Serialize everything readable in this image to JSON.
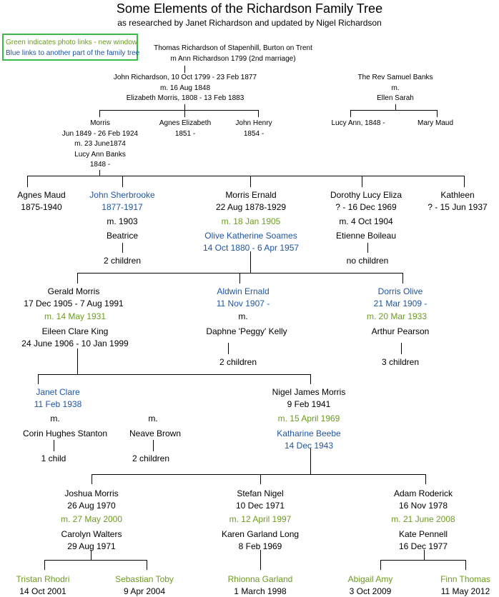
{
  "header": {
    "title": "Some Elements of the Richardson Family Tree",
    "subtitle": "as researched by Janet Richardson and updated by Nigel Richardson"
  },
  "legend": {
    "green_text": "Green indicates photo links - new window",
    "blue_text": "Blue links to another part of the family tree"
  },
  "colors": {
    "photo_link": "#6c9b1f",
    "tree_link": "#1f55a3",
    "legend_border": "#3db84a"
  },
  "gen0": {
    "thomas": [
      "Thomas Richardson of Stapenhill, Burton on Trent",
      "m Ann Richardson 1799 (2nd marriage)"
    ],
    "john": [
      "John Richardson, 10 Oct 1799 - 23 Feb 1877",
      "m. 16 Aug 1848",
      "Elizabeth Morris, 1808 - 13 Feb 1883"
    ],
    "banks": [
      "The Rev Samuel Banks",
      "m.",
      "Ellen Sarah"
    ]
  },
  "gen1": {
    "morris": [
      "Morris",
      "Jun 1849 - 26 Feb 1924",
      "m. 23 June1874",
      "Lucy Ann Banks",
      "1848 -"
    ],
    "agnes_e": [
      "Agnes Elizabeth",
      "1851 -"
    ],
    "john_henry": [
      "John Henry",
      "1854 -"
    ],
    "lucy_ann": "Lucy Ann, 1848 -",
    "mary_maud": "Mary Maud"
  },
  "gen2": {
    "agnes_maud": [
      "Agnes Maud",
      "1875-1940"
    ],
    "john_sherbrooke": [
      "John Sherbrooke",
      "1877-1917"
    ],
    "js_marriage": "m. 1903",
    "js_spouse": "Beatrice",
    "js_children": "2 children",
    "morris_ernald": [
      "Morris Ernald",
      "22 Aug 1878-1929"
    ],
    "me_marriage": "m. 18 Jan 1905",
    "me_spouse": [
      "Olive Katherine Soames",
      "14 Oct 1880 - 6 Apr 1957"
    ],
    "dorothy": [
      "Dorothy Lucy Eliza",
      "? - 16 Dec 1969"
    ],
    "dl_marriage": "m. 4 Oct 1904",
    "dl_spouse": "Etienne Boileau",
    "dl_children": "no children",
    "kathleen": [
      "Kathleen",
      "? - 15 Jun 1937"
    ]
  },
  "gen3": {
    "gerald": [
      "Gerald Morris",
      "17 Dec 1905 - 7 Aug 1991"
    ],
    "gm_marriage": "m. 14 May 1931",
    "gm_spouse": [
      "Eileen Clare King",
      "24 June 1906 - 10 Jan 1999"
    ],
    "aldwin": [
      "Aldwin Ernald",
      "11 Nov 1907 -"
    ],
    "ae_marriage": "m.",
    "ae_spouse": "Daphne 'Peggy' Kelly",
    "ae_children": "2 children",
    "dorris": [
      "Dorris Olive",
      "21 Mar 1909 -"
    ],
    "do_marriage": "m. 20 Mar 1933",
    "do_spouse": "Arthur Pearson",
    "do_children": "3 children"
  },
  "gen4": {
    "janet": [
      "Janet Clare",
      "11 Feb 1938"
    ],
    "jc_marriage1": "m.",
    "jc_spouse1": "Corin Hughes Stanton",
    "jc_children1": "1 child",
    "jc_marriage2": "m.",
    "jc_spouse2": "Neave Brown",
    "jc_children2": "2 children",
    "nigel": [
      "Nigel James Morris",
      "9 Feb 1941"
    ],
    "nj_marriage": "m. 15 April 1969",
    "nj_spouse": [
      "Katharine Beebe",
      "14 Dec 1943"
    ]
  },
  "gen5": {
    "joshua": [
      "Joshua Morris",
      "26 Aug 1970"
    ],
    "jm_marriage": "m. 27 May 2000",
    "jm_spouse": [
      "Carolyn Walters",
      "29 Aug 1971"
    ],
    "stefan": [
      "Stefan Nigel",
      "10 Dec 1971"
    ],
    "sn_marriage": "m. 12 April 1997",
    "sn_spouse": [
      "Karen Garland Long",
      "8 Feb 1969"
    ],
    "adam": [
      "Adam Roderick",
      "16 Nov 1978"
    ],
    "ar_marriage": "m. 21 June 2008",
    "ar_spouse": [
      "Kate Pennell",
      "16 Dec 1977"
    ]
  },
  "gen6": {
    "tristan": [
      "Tristan Rhodri",
      "14 Oct 2001"
    ],
    "sebastian": [
      "Sebastian Toby",
      "9 Apr 2004"
    ],
    "rhionna": [
      "Rhionna Garland",
      "1 March 1998"
    ],
    "abigail": [
      "Abigail Amy",
      "3 Oct 2009"
    ],
    "finn": [
      "Finn Thomas",
      "11 May 2012"
    ]
  }
}
